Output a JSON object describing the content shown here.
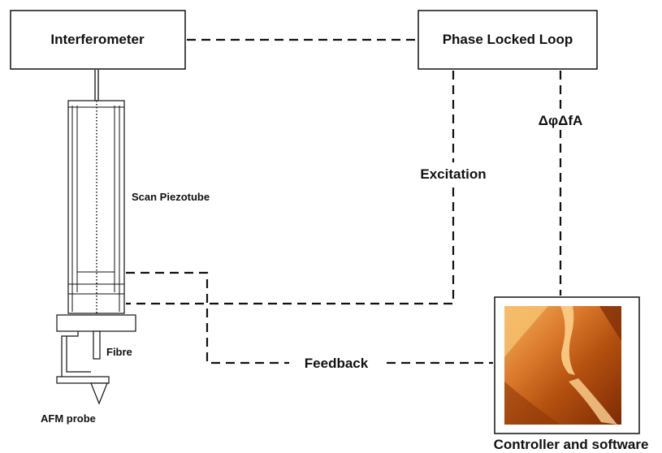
{
  "boxes": {
    "interferometer": "Interferometer",
    "pll": "Phase Locked Loop"
  },
  "labels": {
    "scan_piezotube": "Scan Piezotube",
    "fibre": "Fibre",
    "afm_probe": "AFM probe",
    "excitation": "Excitation",
    "signals": "ΔφΔfA",
    "feedback": "Feedback",
    "controller": "Controller and software"
  },
  "colors": {
    "line": "#111111",
    "image_dark": "#7a2a06",
    "image_mid": "#c8651a",
    "image_light": "#f2a24a"
  }
}
